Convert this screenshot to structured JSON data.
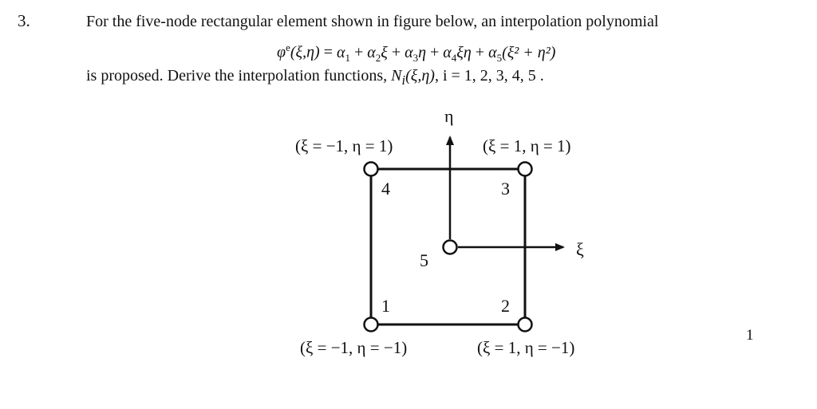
{
  "problem": {
    "number": "3.",
    "statement_line1": "For the five-node rectangular element shown in figure below, an interpolation polynomial",
    "formula": {
      "lhs_symbol": "φ",
      "lhs_superscript": "e",
      "lhs_args": "(ξ,η)",
      "equals": " = ",
      "terms": [
        {
          "coef": "α",
          "sub": "1",
          "var": ""
        },
        {
          "coef": "α",
          "sub": "2",
          "var": "ξ"
        },
        {
          "coef": "α",
          "sub": "3",
          "var": "η"
        },
        {
          "coef": "α",
          "sub": "4",
          "var": "ξη"
        },
        {
          "coef": "α",
          "sub": "5",
          "var": "(ξ² + η²)"
        }
      ]
    },
    "statement_line3_prefix": "is proposed.  Derive the interpolation functions, ",
    "statement_line3_func": "N",
    "statement_line3_func_sub": "i",
    "statement_line3_args": "(ξ,η)",
    "statement_line3_suffix": ",  i = 1, 2, 3, 4, 5 ."
  },
  "figure": {
    "axis_eta": "η",
    "axis_xi": "ξ",
    "nodes": [
      {
        "id": "1",
        "coord_label": "(ξ = −1, η = −1)"
      },
      {
        "id": "2",
        "coord_label": "(ξ = 1, η = −1)"
      },
      {
        "id": "3",
        "coord_label": "(ξ = 1, η = 1)"
      },
      {
        "id": "4",
        "coord_label": "(ξ = −1, η = 1)"
      },
      {
        "id": "5",
        "coord_label": ""
      }
    ]
  },
  "page_number": "1",
  "colors": {
    "ink": "#111111",
    "paper": "#ffffff"
  }
}
